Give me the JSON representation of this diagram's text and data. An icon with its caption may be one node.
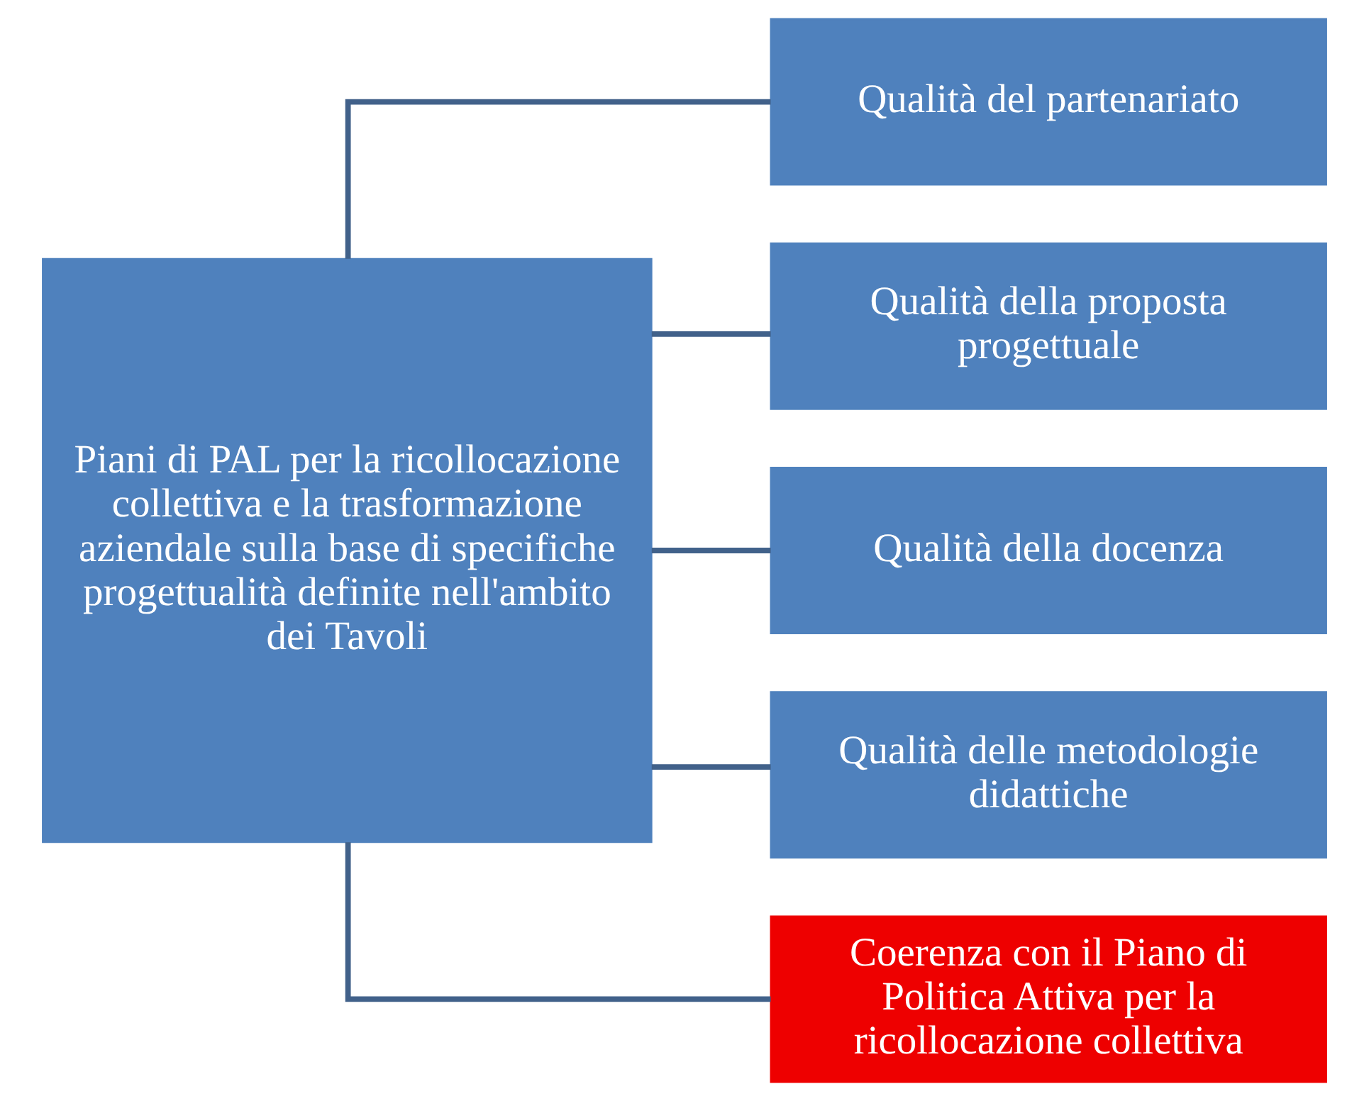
{
  "diagram": {
    "nodes": [
      {
        "text": [
          "Piani di PAL per la ricollocazione collettiva e la trasformazione aziendale sulla base di specifiche progettualità definite nell'ambito dei Tavoli"
        ]
      },
      {
        "text": [
          "Qualità del partenariato"
        ]
      },
      {
        "text": [
          "Qualità della proposta progettuale"
        ]
      },
      {
        "text": [
          "Qualità della docenza"
        ]
      },
      {
        "text": [
          "Qualità delle metodologie didattiche"
        ]
      },
      {
        "text": [
          "Coerenza con il Piano di Politica Attiva per la ricollocazione collettiva"
        ]
      }
    ],
    "edges": [
      {
        "from": 0,
        "to": 1,
        "arrow": "none"
      },
      {
        "from": 0,
        "to": 2,
        "arrow": "none"
      },
      {
        "from": 0,
        "to": 3,
        "arrow": "none"
      },
      {
        "from": 0,
        "to": 4,
        "arrow": "none"
      },
      {
        "from": 0,
        "to": 5,
        "arrow": "none"
      }
    ]
  }
}
